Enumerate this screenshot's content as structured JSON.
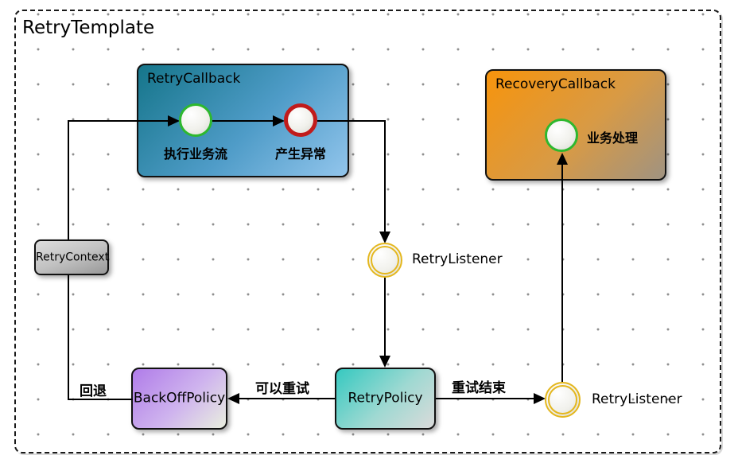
{
  "diagram": {
    "title": "RetryTemplate",
    "retry_callback": {
      "title": "RetryCallback",
      "step1_label": "执行业务流",
      "step2_label": "产生异常"
    },
    "recovery_callback": {
      "title": "RecoveryCallback",
      "step_label": "业务处理"
    },
    "retry_context": {
      "label": "RetryContext"
    },
    "retry_listener_middle": {
      "label": "RetryListener"
    },
    "retry_listener_bottom": {
      "label": "RetryListener"
    },
    "retry_policy": {
      "label": "RetryPolicy"
    },
    "backoff_policy": {
      "label": "BackOffPolicy"
    },
    "edge_labels": {
      "backoff": "回退",
      "can_retry": "可以重试",
      "retry_finished": "重试结束"
    },
    "colors": {
      "retry_callback_gradient_start": "#15758a",
      "retry_callback_gradient_end": "#92c5ec",
      "recovery_callback_gradient_start": "#f7940c",
      "recovery_callback_gradient_end": "#a09381",
      "retry_policy_gradient_start": "#36c9c0",
      "retry_policy_gradient_end": "#dadada",
      "backoff_policy_gradient_start": "#b07ce9",
      "backoff_policy_gradient_end": "#e9eedf",
      "retry_context_gradient_start": "#dedede",
      "retry_context_gradient_end": "#989898",
      "listener_ring": "#e4b71e",
      "success_circle_border": "#2eb82e",
      "error_circle_border": "#c11b1b",
      "line_color": "#000000"
    }
  }
}
